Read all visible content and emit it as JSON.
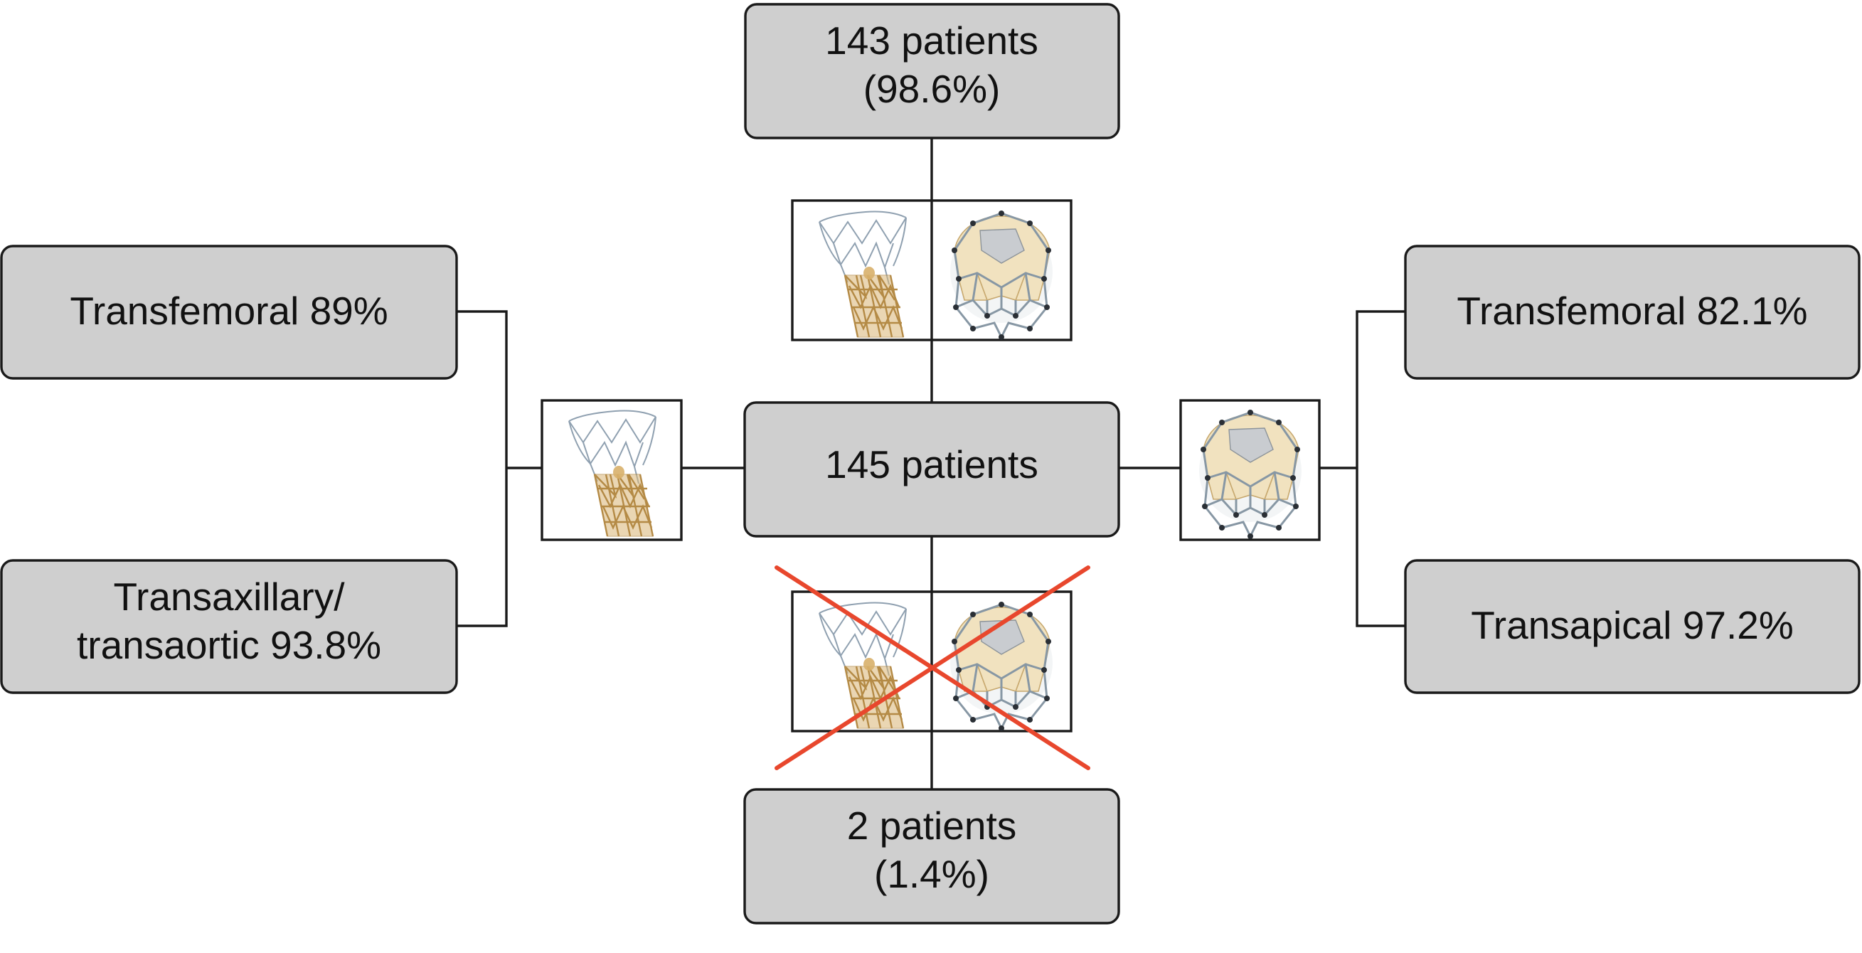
{
  "diagram": {
    "top_box": {
      "line1": "143 patients",
      "line2": "(98.6%)"
    },
    "center_box": {
      "label": "145 patients"
    },
    "bottom_box": {
      "line1": "2 patients",
      "line2": "(1.4%)"
    },
    "left_upper_box": {
      "label": "Transfemoral 89%"
    },
    "left_lower_box": {
      "line1": "Transaxillary/",
      "line2": "transaortic 93.8%"
    },
    "right_upper_box": {
      "label": "Transfemoral 82.1%"
    },
    "right_lower_box": {
      "label": "Transapical 97.2%"
    },
    "icons": {
      "self_expanding_valve": "self-expanding-valve-icon",
      "balloon_expandable_valve": "balloon-expandable-valve-icon",
      "excluded_mark": "red-x-icon"
    },
    "colors": {
      "box_fill": "#cfcfcf",
      "line": "#1a1a1a",
      "cross_mark": "#e8472d"
    }
  }
}
